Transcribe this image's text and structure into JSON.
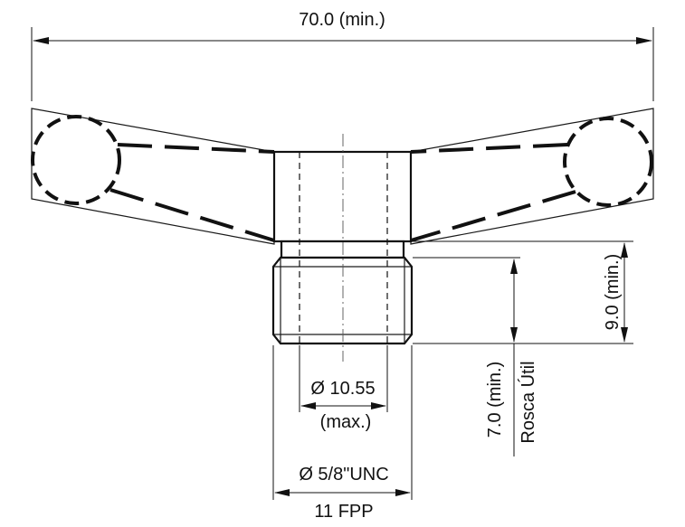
{
  "dimensions": {
    "overall_width": "70.0 (min.)",
    "shoulder_height": "9.0  (min.)",
    "thread_length": "7.0  (min.)",
    "thread_length_note": "Rosca Útil",
    "bore_diameter": "Ø 10.55",
    "bore_note": "(max.)",
    "thread_diameter": "Ø 5/8\"UNC",
    "thread_pitch": "11 FPP"
  }
}
